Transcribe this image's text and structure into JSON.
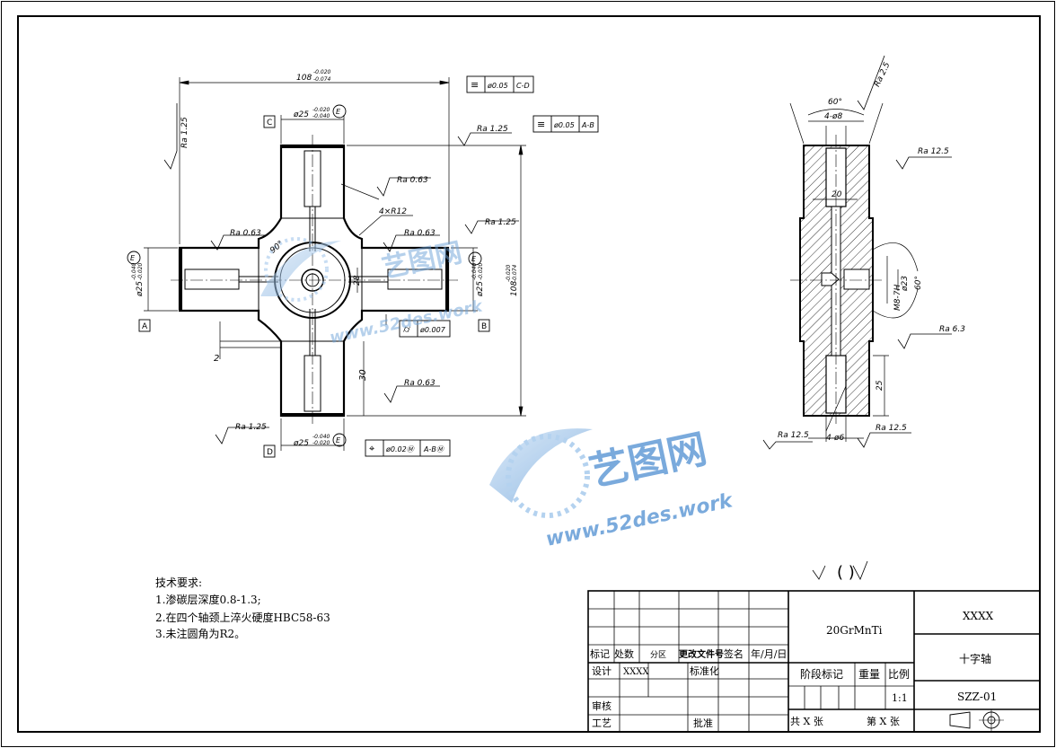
{
  "dims": {
    "overall_width": "108",
    "overall_width_tol": "-0.020\n-0.074",
    "overall_height": "108",
    "overall_height_tol": "-0.020\n-0.074",
    "top_journal": "ø25",
    "top_journal_tol": "-0.020\n-0.040",
    "bottom_journal": "ø25",
    "bottom_journal_tol": "-0.040\n-0.020",
    "left_journal": "ø25",
    "left_journal_tol": "-0.040\n-0.020",
    "right_journal": "ø25",
    "right_journal_tol": "-0.040\n-0.020",
    "fillet": "4×R12",
    "angle_90": "90°",
    "dim_28": "28",
    "dim_2": "2",
    "dim_30": "30",
    "angle_60_top": "60°",
    "holes_top": "4-ø8",
    "dim_20": "20",
    "thread": "M8-7H",
    "dim_23": "ø23",
    "angle_60_side": "60°",
    "dim_25": "25",
    "holes_bottom": "4-ø6",
    "envelope_e": "E"
  },
  "roughness": {
    "ra_125_left": "Ra 1.25",
    "ra_125_top": "Ra 1.25",
    "ra_063_a": "Ra 0.63",
    "ra_063_b": "Ra 0.63",
    "ra_063_c": "Ra 0.63",
    "ra_063_d": "Ra 0.63",
    "ra_125_right": "Ra 1.25",
    "ra_125_bottom": "Ra 1.25",
    "ra_25": "Ra 2.5",
    "ra_125_side": "Ra 12.5",
    "ra_63_side": "Ra 6.3",
    "ra_125_bl": "Ra 12.5",
    "ra_125_br": "Ra 12.5",
    "general": "(  )"
  },
  "gdt": {
    "sym_top": "≡",
    "fcf_top_tol": "ø0.05",
    "fcf_top_ref": "C-D",
    "sym_right": "≡",
    "fcf_right_tol": "ø0.05",
    "fcf_right_ref": "A-B",
    "cyl": "⌭",
    "fcf_cyl_tol": "ø0.007",
    "pos": "⌖",
    "fcf_pos_tol": "ø0.02Ⓜ",
    "fcf_pos_ref": "A-BⓂ",
    "datum_a": "A",
    "datum_b": "B",
    "datum_c": "C",
    "datum_d": "D"
  },
  "notes": {
    "title": "技术要求:",
    "line1": "1.渗碳层深度0.8-1.3;",
    "line2": "2.在四个轴颈上淬火硬度HBC58-63",
    "line3": "3.未注圆角为R2。"
  },
  "watermark": {
    "cn": "艺图网",
    "url": "www.52des.work"
  },
  "title_block": {
    "material": "20GrMnTi",
    "company": "XXXX",
    "part_name": "十字轴",
    "drawing_no": "SZZ-01",
    "col_mark": "标记",
    "col_count": "处数",
    "col_zone": "分区",
    "col_change": "更改文件号",
    "col_sign": "签名",
    "col_date": "年/月/日",
    "design": "设计",
    "designer": "XXXX",
    "standard": "标准化",
    "stage": "阶段标记",
    "weight": "重量",
    "scale_label": "比例",
    "scale": "1:1",
    "review": "审核",
    "process": "工艺",
    "approve": "批准",
    "sheets_total": "共  X  张",
    "sheet_no": "第  X  张"
  }
}
